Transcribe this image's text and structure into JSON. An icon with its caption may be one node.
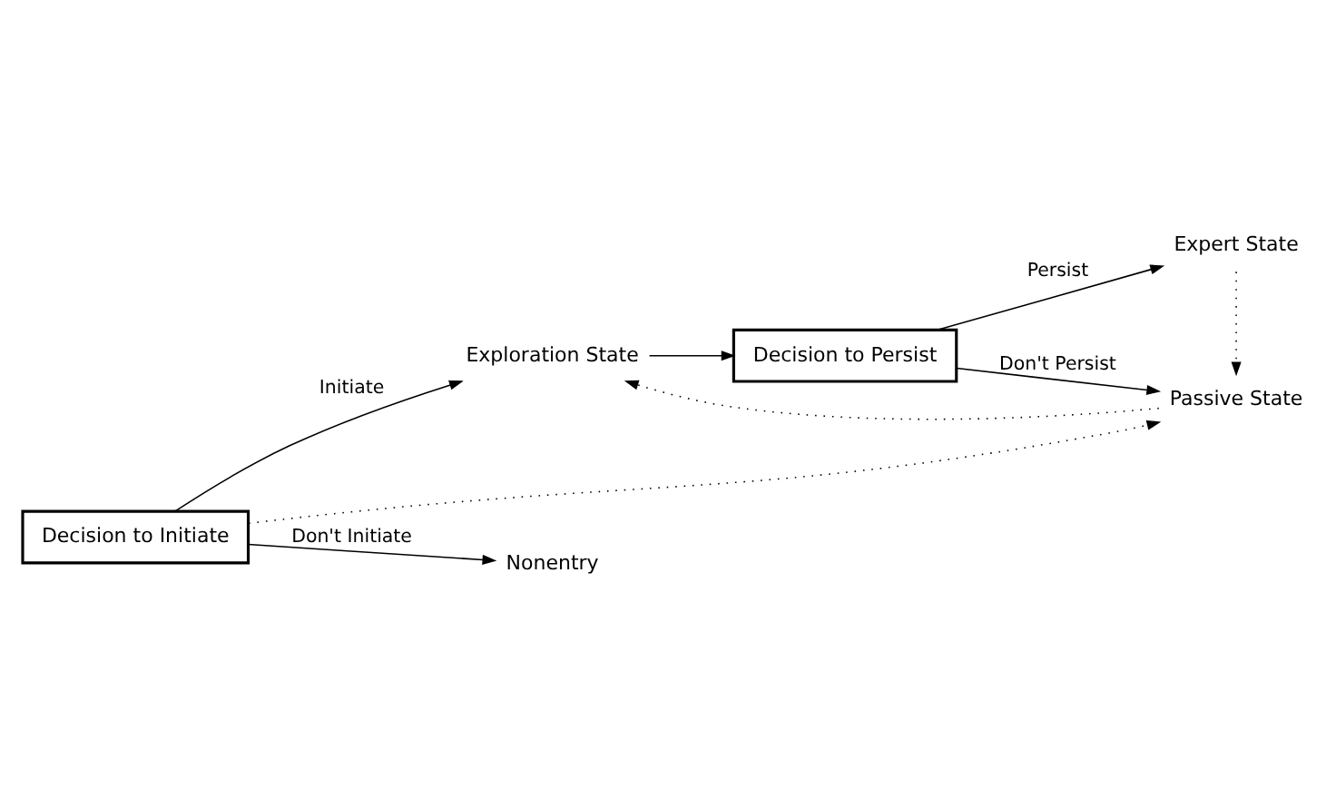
{
  "diagram": {
    "nodes": [
      {
        "text": [
          "Decision to Initiate"
        ]
      },
      {
        "text": [
          "Exploration State"
        ]
      },
      {
        "text": [
          "Decision to Persist"
        ]
      },
      {
        "text": [
          "Expert State"
        ]
      },
      {
        "text": [
          "Passive State"
        ]
      },
      {
        "text": [
          "Nonentry"
        ]
      }
    ],
    "edges": [
      {
        "from": 0,
        "to": 1,
        "arrow": "to",
        "label": "Initiate"
      },
      {
        "from": 0,
        "to": 5,
        "arrow": "to",
        "label": "Don't Initiate"
      },
      {
        "from": 1,
        "to": 2,
        "arrow": "to"
      },
      {
        "from": 2,
        "to": 3,
        "arrow": "to",
        "label": "Persist"
      },
      {
        "from": 2,
        "to": 4,
        "arrow": "to",
        "label": "Don't Persist"
      },
      {
        "from": 3,
        "to": 4,
        "arrow": "to",
        "style": "dashed"
      },
      {
        "from": 0,
        "to": 4,
        "arrow": "to",
        "style": "dashed"
      },
      {
        "from": 4,
        "to": 1,
        "arrow": "to",
        "style": "dashed"
      }
    ]
  }
}
